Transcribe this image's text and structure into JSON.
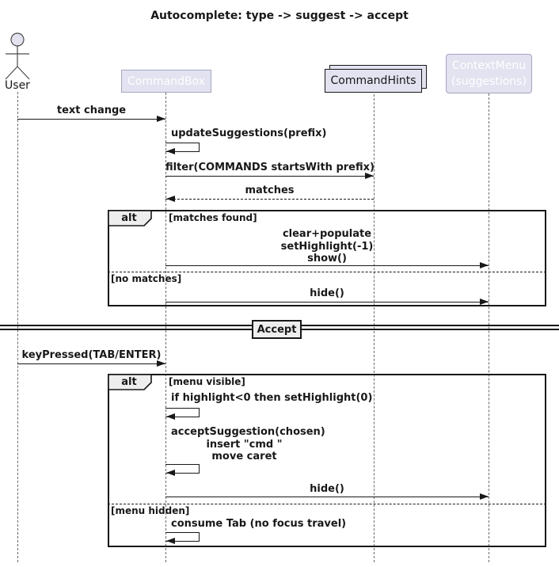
{
  "title": "Autocomplete: type -> suggest -> accept",
  "participants": {
    "user": {
      "label": "User"
    },
    "commandbox": {
      "label": "CommandBox"
    },
    "commandhints": {
      "label": "CommandHints"
    },
    "contextmenu": {
      "lines": [
        "ContextMenu",
        "(suggestions)"
      ]
    }
  },
  "messages": {
    "m1": {
      "text": "text change"
    },
    "m2": {
      "text": "updateSuggestions(prefix)"
    },
    "m3": {
      "text": "filter(COMMANDS startsWith prefix)"
    },
    "m4": {
      "text": "matches"
    },
    "m5": {
      "lines": [
        "clear+populate",
        "setHighlight(-1)",
        "show()"
      ]
    },
    "m6": {
      "text": "hide()"
    },
    "m7": {
      "text": "keyPressed(TAB/ENTER)"
    },
    "m8": {
      "text": "if highlight<0 then setHighlight(0)"
    },
    "m9": {
      "lines": [
        "acceptSuggestion(chosen)",
        "insert \"cmd \"",
        "move caret"
      ]
    },
    "m10": {
      "text": "hide()"
    },
    "m11": {
      "text": "consume Tab (no focus travel)"
    }
  },
  "fragments": {
    "alt1": {
      "operator": "alt",
      "guards": [
        "[matches found]",
        "[no matches]"
      ]
    },
    "alt2": {
      "operator": "alt",
      "guards": [
        "[menu visible]",
        "[menu hidden]"
      ]
    }
  },
  "divider": {
    "label": "Accept"
  },
  "colors": {
    "participant_fill": "#E2E2F0",
    "participant_light_border": "#A5A5C0",
    "participant_light_text": "#FFFFFF",
    "dark_border": "#181818",
    "fragment_label_fill": "#EEEEEE",
    "background": "#FFFFFF"
  }
}
